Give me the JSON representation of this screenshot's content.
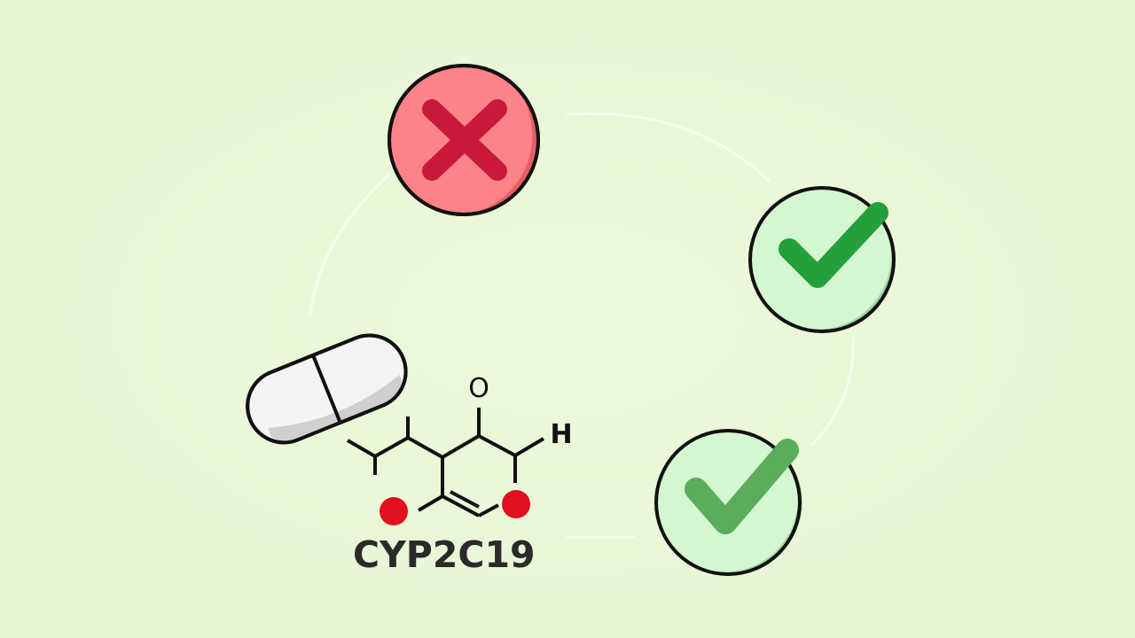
{
  "diagram": {
    "label": "CYP2C19",
    "background_color": "#eaf8d9",
    "elements": [
      {
        "type": "pill",
        "name": "tablet",
        "color": "#f2f2f2"
      },
      {
        "type": "molecule",
        "name": "chemical-structure",
        "atoms": [
          "O",
          "H"
        ],
        "highlight_color": "#e0101e"
      },
      {
        "type": "status",
        "name": "x-mark",
        "meaning": "not effective",
        "fill": "#fc8387",
        "glyph_color": "#c8193a"
      },
      {
        "type": "status",
        "name": "check-mark-1",
        "meaning": "effective",
        "fill": "#d4f6d0",
        "glyph_color": "#23a03c"
      },
      {
        "type": "status",
        "name": "check-mark-2",
        "meaning": "effective",
        "fill": "#d4f6d0",
        "glyph_color": "#5aad5a"
      }
    ],
    "atom_labels": {
      "oxygen": "O",
      "hydrogen": "H"
    }
  }
}
